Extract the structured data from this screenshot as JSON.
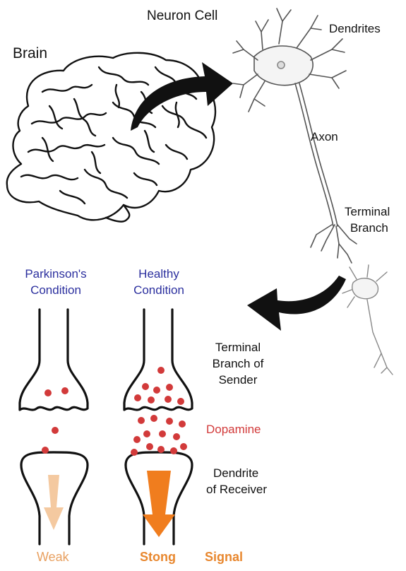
{
  "labels": {
    "brain": "Brain",
    "neuron_cell": "Neuron Cell",
    "dendrites": "Dendrites",
    "axon": "Axon",
    "terminal_branch_1": "Terminal",
    "terminal_branch_2": "Branch",
    "parkinsons_1": "Parkinson's",
    "parkinsons_2": "Condition",
    "healthy_1": "Healthy",
    "healthy_2": "Condition",
    "sender_1": "Terminal",
    "sender_2": "Branch of",
    "sender_3": "Sender",
    "dopamine": "Dopamine",
    "receiver_1": "Dendrite",
    "receiver_2": "of Receiver",
    "weak": "Weak",
    "strong": "Stong",
    "signal": "Signal"
  },
  "colors": {
    "outline": "#111111",
    "dopamine": "#d23a3a",
    "condition_text": "#2b2f9e",
    "weak_signal": "#f4c9a0",
    "strong_signal": "#f07d1e",
    "signal_text": "#e8872e"
  },
  "icons": {
    "brain": "brain-illustration",
    "neuron": "neuron-illustration",
    "arrow_brain_to_neuron": "curved-arrow-icon",
    "arrow_neuron_to_synapse": "curved-arrow-icon"
  }
}
